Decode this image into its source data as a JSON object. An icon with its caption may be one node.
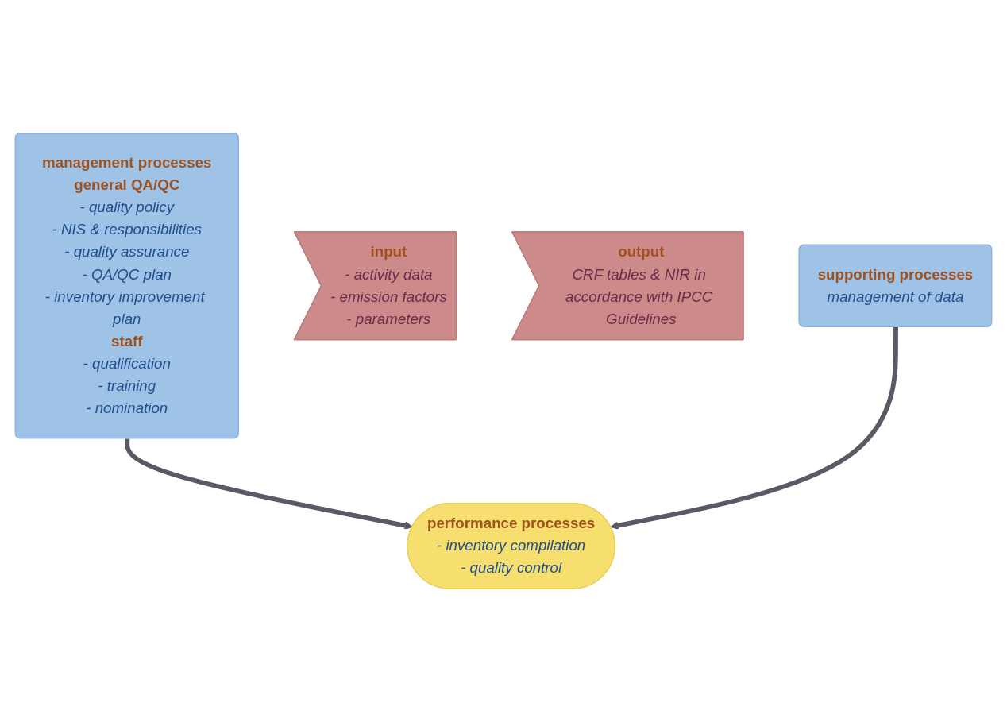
{
  "diagram": {
    "nodes": [
      {
        "text": [
          "management processes",
          "general QA/QC",
          "- quality policy",
          "- NIS & responsibilities",
          "- quality assurance",
          "- QA/QC plan",
          "- inventory improvement plan",
          "staff",
          "- qualification",
          "- training",
          "- nomination"
        ]
      },
      {
        "text": [
          "input",
          "- activity data",
          "- emission factors",
          "- parameters"
        ]
      },
      {
        "text": [
          "performance processes",
          "- inventory compilation",
          "- quality control"
        ]
      },
      {
        "text": [
          "output",
          "CRF tables & NIR in accordance with IPCC Guidelines"
        ]
      },
      {
        "text": [
          "supporting processes",
          "management of data"
        ]
      }
    ],
    "edges": [
      {
        "from": 0,
        "to": 2,
        "arrow": "to"
      },
      {
        "from": 4,
        "to": 2,
        "arrow": "to"
      }
    ]
  }
}
